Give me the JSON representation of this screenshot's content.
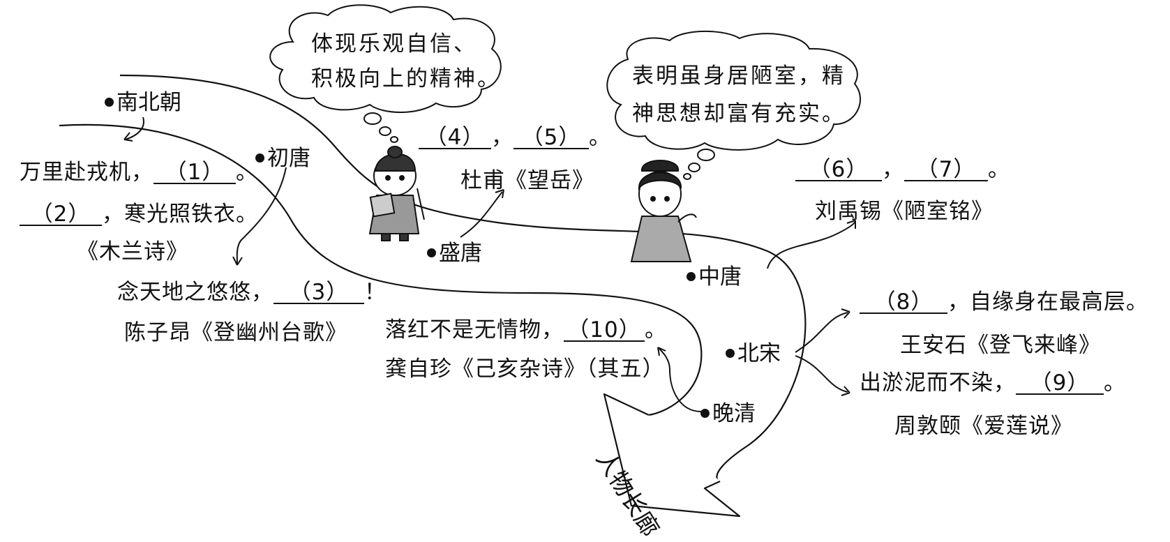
{
  "title": "人物长廊",
  "eras": {
    "nanbeichao": "南北朝",
    "chutang": "初唐",
    "shengtang": "盛唐",
    "zhongtang": "中唐",
    "beisong": "北宋",
    "wanqing": "晚清"
  },
  "bubbles": {
    "left_line1": "体现乐观自信、",
    "left_line2": "积极向上的精神。",
    "right_line1": "表明虽身居陋室，精",
    "right_line2": "神思想却富有充实。"
  },
  "poems": {
    "mulan_l1_pre": "万里赴戎机，",
    "mulan_blank1": "（1）",
    "mulan_l1_post": "。",
    "mulan_blank2": "（2）",
    "mulan_l2_post": "，寒光照铁衣。",
    "mulan_src": "《木兰诗》",
    "chen_pre": "念天地之悠悠，",
    "chen_blank": "（3）",
    "chen_post": "！",
    "chen_src": "陈子昂《登幽州台歌》",
    "du_blank4": "（4）",
    "du_mid": "，",
    "du_blank5": "（5）",
    "du_post": "。",
    "du_src": "杜甫《望岳》",
    "liu_blank6": "（6）",
    "liu_mid": "，",
    "liu_blank7": "（7）",
    "liu_post": "。",
    "liu_src": "刘禹锡《陋室铭》",
    "wang_blank": "（8）",
    "wang_post": "，自缘身在最高层。",
    "wang_src": "王安石《登飞来峰》",
    "zhou_pre": "出淤泥而不染，",
    "zhou_blank": "（9）",
    "zhou_post": "。",
    "zhou_src": "周敦颐《爱莲说》",
    "gong_pre": "落红不是无情物，",
    "gong_blank": "（10）",
    "gong_post": "。",
    "gong_src": "龚自珍《己亥杂诗》（其五）"
  },
  "icons": [
    "scholar-figure-icon",
    "lady-figure-icon",
    "thought-bubble-icon",
    "arrow-icon"
  ]
}
